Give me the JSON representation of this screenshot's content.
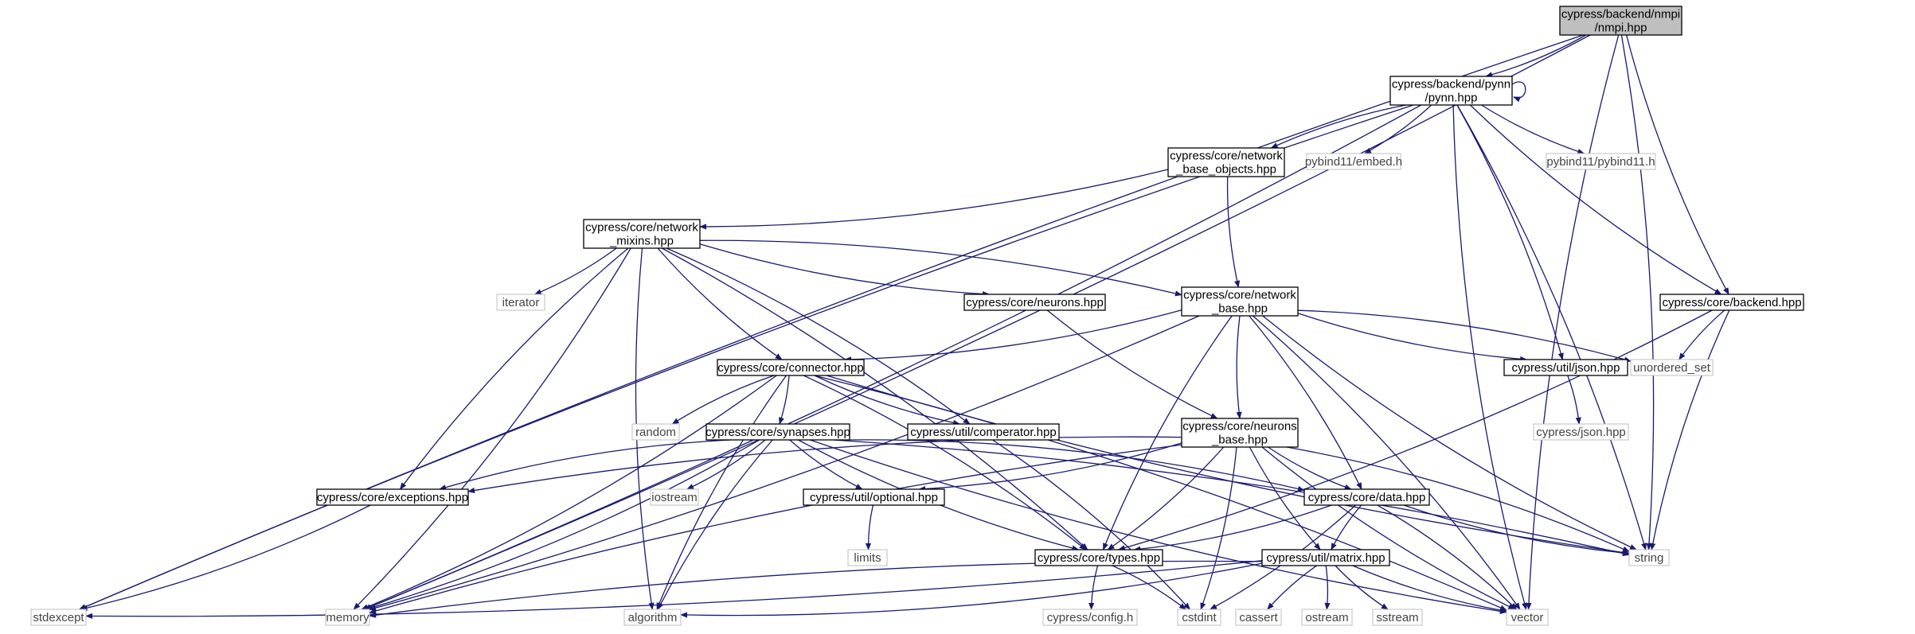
{
  "colors": {
    "edge": "#191970",
    "root_fill": "#bfbfbf",
    "internal_border": "#000000",
    "external_border": "#bfbfbf"
  },
  "nodes": [
    {
      "id": "nmpi",
      "lines": [
        "cypress/backend/nmpi",
        "/nmpi.hpp"
      ],
      "kind": "root"
    },
    {
      "id": "pynn",
      "lines": [
        "cypress/backend/pynn",
        "/pynn.hpp"
      ],
      "kind": "internal"
    },
    {
      "id": "stdexcept",
      "lines": [
        "stdexcept"
      ],
      "kind": "external"
    },
    {
      "id": "memory",
      "lines": [
        "memory"
      ],
      "kind": "external"
    },
    {
      "id": "cbackend",
      "lines": [
        "cypress/core/backend.hpp"
      ],
      "kind": "internal"
    },
    {
      "id": "string",
      "lines": [
        "string"
      ],
      "kind": "external"
    },
    {
      "id": "vector",
      "lines": [
        "vector"
      ],
      "kind": "external"
    },
    {
      "id": "nbo",
      "lines": [
        "cypress/core/network",
        "_base_objects.hpp"
      ],
      "kind": "internal"
    },
    {
      "id": "embed",
      "lines": [
        "pybind11/embed.h"
      ],
      "kind": "external"
    },
    {
      "id": "pybind",
      "lines": [
        "pybind11/pybind11.h"
      ],
      "kind": "external"
    },
    {
      "id": "mixins",
      "lines": [
        "cypress/core/network",
        "_mixins.hpp"
      ],
      "kind": "internal"
    },
    {
      "id": "iterator",
      "lines": [
        "iterator"
      ],
      "kind": "external"
    },
    {
      "id": "neurons",
      "lines": [
        "cypress/core/neurons.hpp"
      ],
      "kind": "internal"
    },
    {
      "id": "nbase",
      "lines": [
        "cypress/core/network",
        "_base.hpp"
      ],
      "kind": "internal"
    },
    {
      "id": "uset",
      "lines": [
        "unordered_set"
      ],
      "kind": "external"
    },
    {
      "id": "connector",
      "lines": [
        "cypress/core/connector.hpp"
      ],
      "kind": "internal"
    },
    {
      "id": "json",
      "lines": [
        "cypress/util/json.hpp"
      ],
      "kind": "internal"
    },
    {
      "id": "cjson",
      "lines": [
        "cypress/json.hpp"
      ],
      "kind": "external"
    },
    {
      "id": "random",
      "lines": [
        "random"
      ],
      "kind": "external"
    },
    {
      "id": "synapses",
      "lines": [
        "cypress/core/synapses.hpp"
      ],
      "kind": "internal"
    },
    {
      "id": "comperator",
      "lines": [
        "cypress/util/comperator.hpp"
      ],
      "kind": "internal"
    },
    {
      "id": "nrnbase",
      "lines": [
        "cypress/core/neurons",
        "_base.hpp"
      ],
      "kind": "internal"
    },
    {
      "id": "exceptions",
      "lines": [
        "cypress/core/exceptions.hpp"
      ],
      "kind": "internal"
    },
    {
      "id": "iostream",
      "lines": [
        "iostream"
      ],
      "kind": "external"
    },
    {
      "id": "optional",
      "lines": [
        "cypress/util/optional.hpp"
      ],
      "kind": "internal"
    },
    {
      "id": "data",
      "lines": [
        "cypress/core/data.hpp"
      ],
      "kind": "internal"
    },
    {
      "id": "limits",
      "lines": [
        "limits"
      ],
      "kind": "external"
    },
    {
      "id": "types",
      "lines": [
        "cypress/core/types.hpp"
      ],
      "kind": "internal"
    },
    {
      "id": "matrix",
      "lines": [
        "cypress/util/matrix.hpp"
      ],
      "kind": "internal"
    },
    {
      "id": "algorithm",
      "lines": [
        "algorithm"
      ],
      "kind": "external"
    },
    {
      "id": "config",
      "lines": [
        "cypress/config.h"
      ],
      "kind": "external"
    },
    {
      "id": "cstdint",
      "lines": [
        "cstdint"
      ],
      "kind": "external"
    },
    {
      "id": "cassert",
      "lines": [
        "cassert"
      ],
      "kind": "external"
    },
    {
      "id": "ostream",
      "lines": [
        "ostream"
      ],
      "kind": "external"
    },
    {
      "id": "sstream",
      "lines": [
        "sstream"
      ],
      "kind": "external"
    }
  ],
  "edges": [
    [
      "nmpi",
      "pynn"
    ],
    [
      "nmpi",
      "stdexcept"
    ],
    [
      "nmpi",
      "memory"
    ],
    [
      "nmpi",
      "cbackend"
    ],
    [
      "nmpi",
      "string"
    ],
    [
      "nmpi",
      "vector"
    ],
    [
      "pynn",
      "pynn"
    ],
    [
      "pynn",
      "stdexcept"
    ],
    [
      "pynn",
      "memory"
    ],
    [
      "pynn",
      "nbo"
    ],
    [
      "pynn",
      "embed"
    ],
    [
      "pynn",
      "pybind"
    ],
    [
      "pynn",
      "json"
    ],
    [
      "pynn",
      "cbackend"
    ],
    [
      "pynn",
      "string"
    ],
    [
      "pynn",
      "vector"
    ],
    [
      "nbo",
      "mixins"
    ],
    [
      "nbo",
      "nbase"
    ],
    [
      "mixins",
      "iterator"
    ],
    [
      "mixins",
      "neurons"
    ],
    [
      "mixins",
      "nbase"
    ],
    [
      "mixins",
      "connector"
    ],
    [
      "mixins",
      "comperator"
    ],
    [
      "mixins",
      "exceptions"
    ],
    [
      "mixins",
      "memory"
    ],
    [
      "mixins",
      "algorithm"
    ],
    [
      "mixins",
      "types"
    ],
    [
      "neurons",
      "nrnbase"
    ],
    [
      "nbase",
      "connector"
    ],
    [
      "nbase",
      "json"
    ],
    [
      "nbase",
      "uset"
    ],
    [
      "nbase",
      "nrnbase"
    ],
    [
      "nbase",
      "data"
    ],
    [
      "nbase",
      "types"
    ],
    [
      "nbase",
      "memory"
    ],
    [
      "nbase",
      "string"
    ],
    [
      "nbase",
      "vector"
    ],
    [
      "cbackend",
      "uset"
    ],
    [
      "cbackend",
      "types"
    ],
    [
      "cbackend",
      "string"
    ],
    [
      "json",
      "cjson"
    ],
    [
      "connector",
      "random"
    ],
    [
      "connector",
      "synapses"
    ],
    [
      "connector",
      "comperator"
    ],
    [
      "connector",
      "memory"
    ],
    [
      "connector",
      "algorithm"
    ],
    [
      "connector",
      "types"
    ],
    [
      "connector",
      "string"
    ],
    [
      "connector",
      "vector"
    ],
    [
      "synapses",
      "exceptions"
    ],
    [
      "synapses",
      "iostream"
    ],
    [
      "synapses",
      "optional"
    ],
    [
      "synapses",
      "data"
    ],
    [
      "synapses",
      "types"
    ],
    [
      "synapses",
      "memory"
    ],
    [
      "synapses",
      "algorithm"
    ],
    [
      "synapses",
      "string"
    ],
    [
      "synapses",
      "vector"
    ],
    [
      "comperator",
      "cstdint"
    ],
    [
      "nrnbase",
      "exceptions"
    ],
    [
      "nrnbase",
      "optional"
    ],
    [
      "nrnbase",
      "data"
    ],
    [
      "nrnbase",
      "types"
    ],
    [
      "nrnbase",
      "matrix"
    ],
    [
      "nrnbase",
      "cstdint"
    ],
    [
      "nrnbase",
      "memory"
    ],
    [
      "nrnbase",
      "string"
    ],
    [
      "nrnbase",
      "vector"
    ],
    [
      "exceptions",
      "stdexcept"
    ],
    [
      "optional",
      "limits"
    ],
    [
      "data",
      "types"
    ],
    [
      "data",
      "matrix"
    ],
    [
      "data",
      "cstdint"
    ],
    [
      "data",
      "string"
    ],
    [
      "data",
      "vector"
    ],
    [
      "types",
      "config"
    ],
    [
      "types",
      "cstdint"
    ],
    [
      "matrix",
      "cassert"
    ],
    [
      "matrix",
      "ostream"
    ],
    [
      "matrix",
      "sstream"
    ],
    [
      "matrix",
      "stdexcept"
    ],
    [
      "matrix",
      "memory"
    ],
    [
      "matrix",
      "algorithm"
    ],
    [
      "matrix",
      "vector"
    ]
  ]
}
